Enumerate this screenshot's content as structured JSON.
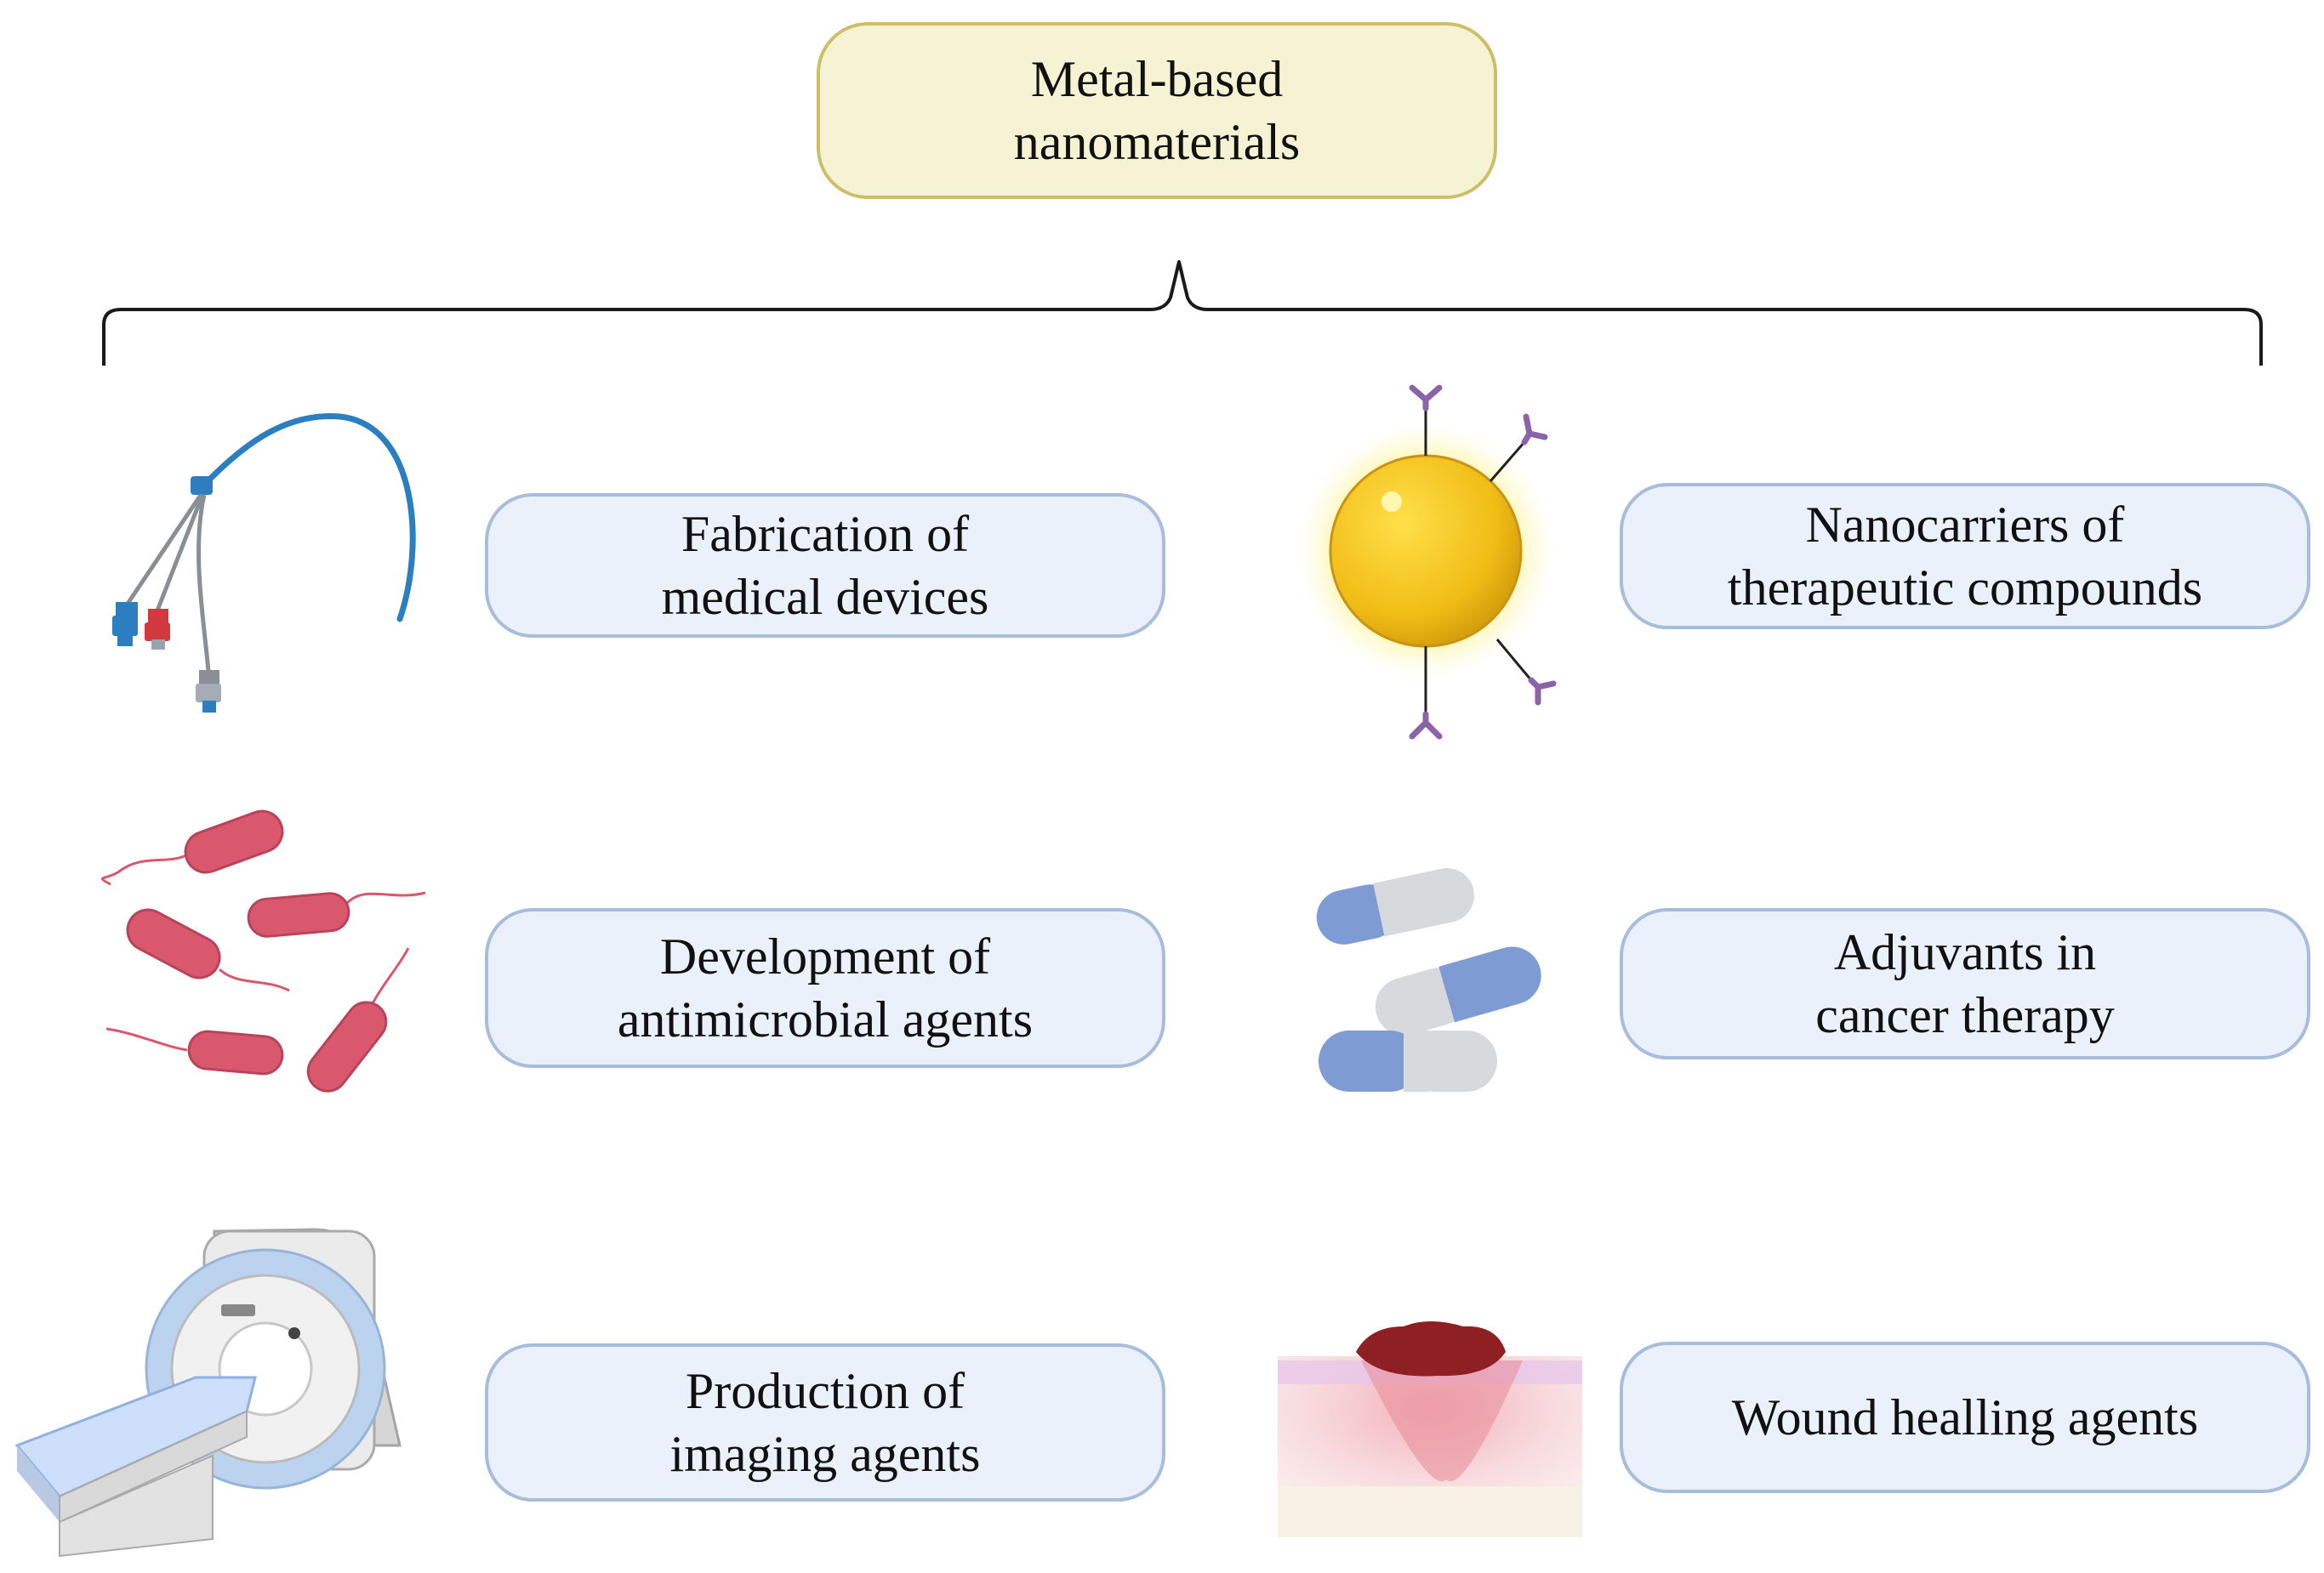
{
  "root": {
    "lines": [
      "Metal-based",
      "nanomaterials"
    ]
  },
  "applications": [
    {
      "id": "devices",
      "lines": [
        "Fabrication of",
        "medical devices"
      ],
      "icon": "catheter-icon"
    },
    {
      "id": "nanocarriers",
      "lines": [
        "Nanocarriers of",
        "therapeutic compounds"
      ],
      "icon": "nanoparticle-icon"
    },
    {
      "id": "antimicrobial",
      "lines": [
        "Development of",
        "antimicrobial agents"
      ],
      "icon": "bacteria-icon"
    },
    {
      "id": "adjuvants",
      "lines": [
        "Adjuvants in",
        "cancer therapy"
      ],
      "icon": "capsules-icon"
    },
    {
      "id": "imaging",
      "lines": [
        "Production of",
        "imaging agents"
      ],
      "icon": "mri-scanner-icon"
    },
    {
      "id": "wound",
      "lines": [
        "Wound healling agents"
      ],
      "icon": "skin-wound-icon"
    }
  ],
  "colors": {
    "root_fill": "#f6f2d4",
    "root_border": "#cdbf67",
    "box_fill": "#eaf1fb",
    "box_border": "#a8bcdc",
    "bacteria": "#d9586e",
    "capsule_blue": "#7f9bd4",
    "capsule_grey": "#d8d9dc",
    "gold": "#f1bd16",
    "antibody": "#8a63a8",
    "catheter": "#2b7fc1",
    "wound": "#8e1f22"
  }
}
